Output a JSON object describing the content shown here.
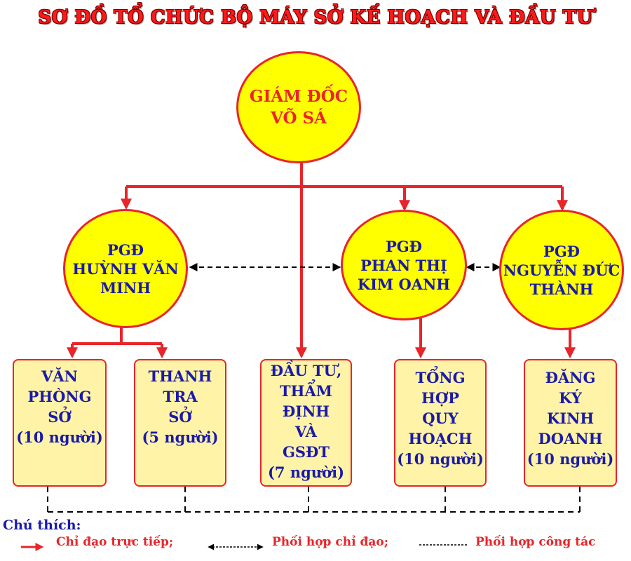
{
  "title": "SƠ ĐỒ TỔ CHỨC BỘ MÁY SỞ KẾ HOẠCH VÀ ĐẦU TƯ",
  "director": {
    "lines": [
      "GIÁM ĐỐC",
      "VÕ SÁ"
    ]
  },
  "deputies": [
    {
      "lines": [
        "PGĐ",
        "HUỲNH VĂN",
        "MINH"
      ]
    },
    {
      "lines": [
        "PGĐ",
        "PHAN THỊ",
        "KIM OANH"
      ]
    },
    {
      "lines": [
        "PGĐ",
        "NGUYỄN ĐỨC",
        "THÀNH"
      ]
    }
  ],
  "departments": [
    {
      "lines": [
        "VĂN",
        "PHÒNG",
        "SỞ",
        "(10 người)"
      ]
    },
    {
      "lines": [
        "THANH",
        "TRA",
        "SỞ",
        "(5 người)"
      ]
    },
    {
      "lines": [
        "ĐẦU TƯ,",
        "THẨM",
        "ĐỊNH",
        "VÀ",
        "GSĐT",
        "(7 người)"
      ]
    },
    {
      "lines": [
        "TỔNG",
        "HỢP",
        "QUY",
        "HOẠCH",
        "(10 người)"
      ]
    },
    {
      "lines": [
        "ĐĂNG",
        "KÝ",
        "KINH",
        "DOANH",
        "(10 người)"
      ]
    }
  ],
  "legend": {
    "title": "Chú thích:",
    "direct": "Chỉ đạo trực tiếp;",
    "coordinate_direction": "Phối hợp chỉ đạo;",
    "coordinate_work": "Phối hợp công tác"
  },
  "colors": {
    "line": "#e8252a",
    "node_fill": "#ffff00",
    "dept_fill": "#fff3a8",
    "deputy_text": "#1a1aa8"
  }
}
